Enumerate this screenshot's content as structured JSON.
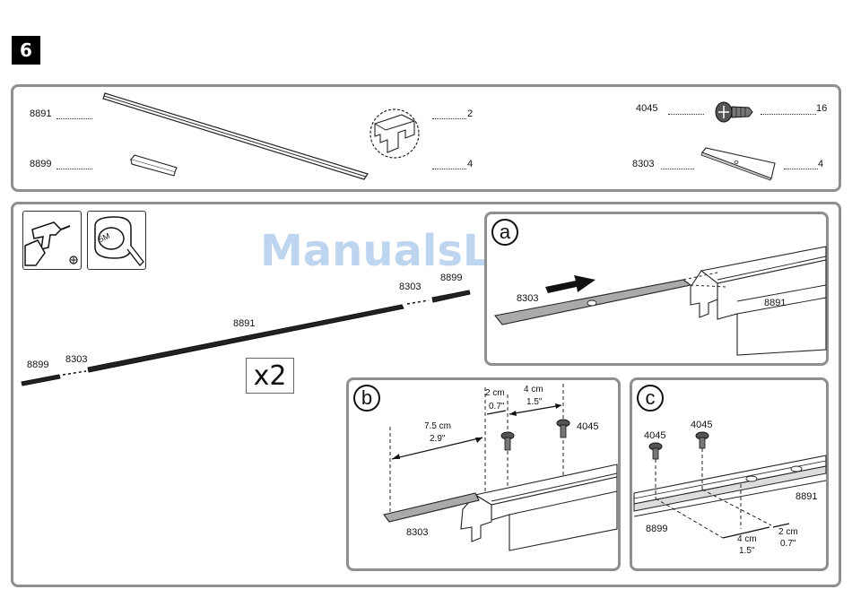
{
  "step": "6",
  "parts": [
    {
      "code": "8891",
      "qty": "2",
      "icon": "rail-profile-icon"
    },
    {
      "code": "8899",
      "qty": "4",
      "icon": "end-cap-icon"
    },
    {
      "code": "4045",
      "qty": "16",
      "icon": "screw-icon"
    },
    {
      "code": "8303",
      "qty": "4",
      "icon": "connector-plate-icon"
    }
  ],
  "tools": [
    "drill-icon",
    "tape-measure-icon"
  ],
  "tape_label": "5M",
  "overview": {
    "multiplier": "x2",
    "labels": {
      "left_cap": "8899",
      "left_plate": "8303",
      "rail": "8891",
      "right_plate": "8303",
      "right_cap": "8899"
    }
  },
  "watermark": "ManualsLib.de",
  "detail_a": {
    "letter": "a",
    "plate": "8303",
    "rail": "8891"
  },
  "detail_b": {
    "letter": "b",
    "dim_2_cm": "2 cm",
    "dim_2_in": "0.7\"",
    "dim_4_cm": "4 cm",
    "dim_4_in": "1.5\"",
    "dim_75_cm": "7.5 cm",
    "dim_75_in": "2.9\"",
    "screw": "4045",
    "plate": "8303"
  },
  "detail_c": {
    "letter": "c",
    "screw1": "4045",
    "screw2": "4045",
    "rail": "8891",
    "cap": "8899",
    "dim_4_cm": "4 cm",
    "dim_4_in": "1.5\"",
    "dim_2_cm": "2 cm",
    "dim_2_in": "0.7\""
  }
}
